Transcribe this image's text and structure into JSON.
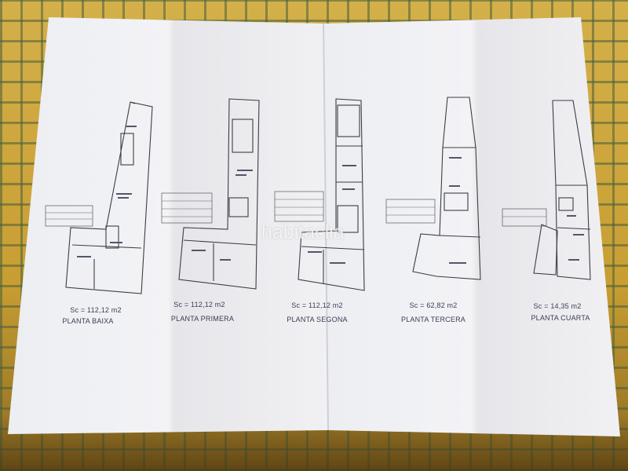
{
  "watermark": "habitaclia",
  "plans": [
    {
      "area": "Sc = 112,12 m2",
      "title": "PLANTA BAIXA"
    },
    {
      "area": "Sc = 112,12 m2",
      "title": "PLANTA PRIMERA"
    },
    {
      "area": "Sc = 112,12 m2",
      "title": "PLANTA SEGONA"
    },
    {
      "area": "Sc = 62,82 m2",
      "title": "PLANTA TERCERA"
    },
    {
      "area": "Sc = 14,35 m2",
      "title": "PLANTA CUARTA"
    }
  ],
  "colors": {
    "paper": "#f4f4f6",
    "lines": "#3c3c46",
    "cloth": "#c9a43a",
    "cloth_grid": "#465f3c"
  }
}
